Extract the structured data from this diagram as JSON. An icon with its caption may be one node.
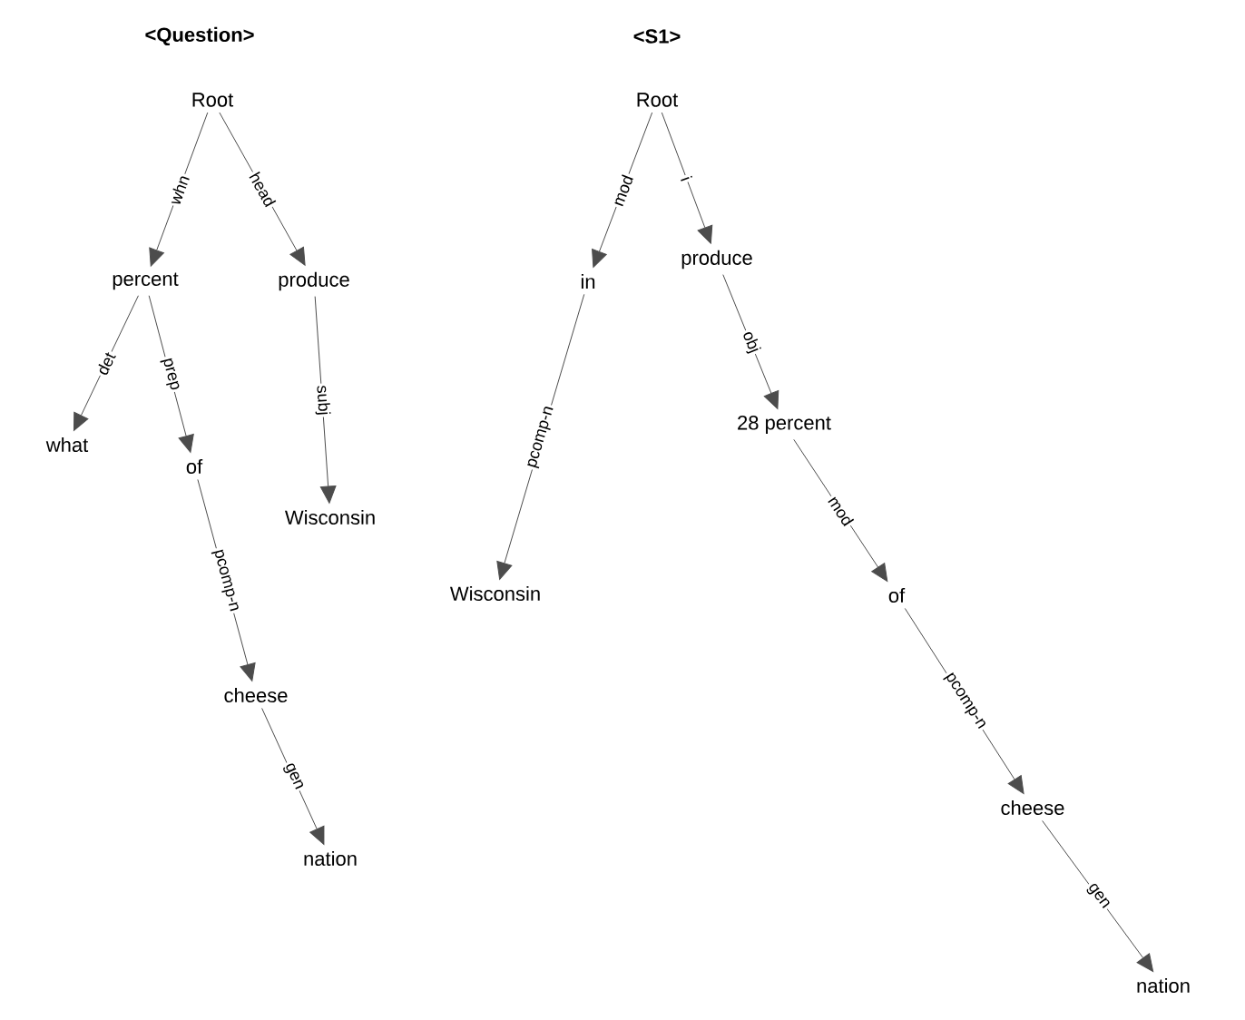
{
  "diagram": {
    "nodes": [
      {
        "text": [
          "Root"
        ]
      },
      {
        "text": [
          "percent"
        ]
      },
      {
        "text": [
          "produce"
        ]
      },
      {
        "text": [
          "what"
        ]
      },
      {
        "text": [
          "of"
        ]
      },
      {
        "text": [
          "Wisconsin"
        ]
      },
      {
        "text": [
          "cheese"
        ]
      },
      {
        "text": [
          "nation"
        ]
      },
      {
        "text": [
          "Root"
        ]
      },
      {
        "text": [
          "in"
        ]
      },
      {
        "text": [
          "produce"
        ]
      },
      {
        "text": [
          "Wisconsin"
        ]
      },
      {
        "text": [
          "28 percent"
        ]
      },
      {
        "text": [
          "of"
        ]
      },
      {
        "text": [
          "cheese"
        ]
      },
      {
        "text": [
          "nation"
        ]
      }
    ],
    "edges": [
      {
        "from": 0,
        "to": 1,
        "arrow": "to",
        "label": "whn"
      },
      {
        "from": 0,
        "to": 2,
        "arrow": "to",
        "label": "head"
      },
      {
        "from": 1,
        "to": 3,
        "arrow": "to",
        "label": "det"
      },
      {
        "from": 1,
        "to": 4,
        "arrow": "to",
        "label": "prep"
      },
      {
        "from": 2,
        "to": 5,
        "arrow": "to",
        "label": "subj"
      },
      {
        "from": 4,
        "to": 6,
        "arrow": "to",
        "label": "pcomp-n"
      },
      {
        "from": 6,
        "to": 7,
        "arrow": "to",
        "label": "gen"
      },
      {
        "from": 8,
        "to": 9,
        "arrow": "to",
        "label": "mod"
      },
      {
        "from": 8,
        "to": 10,
        "arrow": "to",
        "label": "i"
      },
      {
        "from": 9,
        "to": 11,
        "arrow": "to",
        "label": "pcomp-n"
      },
      {
        "from": 10,
        "to": 12,
        "arrow": "to",
        "label": "obj"
      },
      {
        "from": 12,
        "to": 13,
        "arrow": "to",
        "label": "mod"
      },
      {
        "from": 13,
        "to": 14,
        "arrow": "to",
        "label": "pcomp-n"
      },
      {
        "from": 14,
        "to": 15,
        "arrow": "to",
        "label": "gen"
      }
    ],
    "labels": [
      "<Question>",
      "<S1>"
    ]
  }
}
